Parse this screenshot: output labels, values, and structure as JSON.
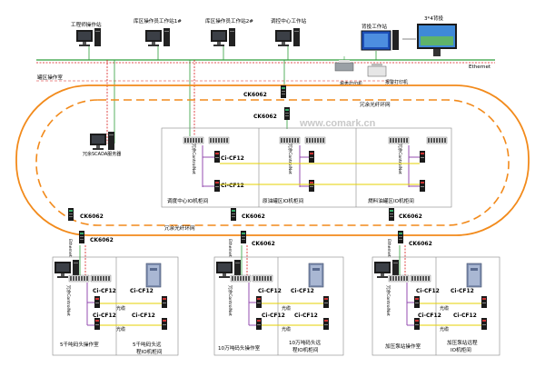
{
  "workstations": {
    "engineer": "工程师操作站",
    "tank1": "库区操作员工作站1#",
    "tank2": "库区操作员工作站2#",
    "control_center": "调控中心工作站",
    "backup": "背投工作站",
    "backup_screen": "3*4背投"
  },
  "network": {
    "ethernet": "Ethernet",
    "zone_room": "罐区操作室",
    "ring_name": "冗余光纤环网",
    "ring_name_lower": "冗余光纤环网",
    "ethernet_vertical": "Ethernet"
  },
  "printers": {
    "report": "报表打印机",
    "alarm": "报警打印机"
  },
  "server": "冗余SCADA服务器",
  "switch_model": "CK6062",
  "converter_model": "Ci-CF12",
  "controlnet": "冗余ControlNet",
  "cable": "光缆",
  "watermark": "www.comark.cn",
  "cabinets": {
    "dispatch": "调度中心IO机柜间",
    "crude": "原油罐区IO机柜间",
    "fuel": "燃料油罐区IO机柜间"
  },
  "stations": {
    "s1_room": "5千吨码头操作室",
    "s1_remote": "5千吨码头远\n程IO机柜间",
    "s2_room": "10万吨码头操作室",
    "s2_remote": "10万吨码头远\n程IO机柜间",
    "s3_room": "加压泵站操作室",
    "s3_remote": "加压泵站远程\nIO机柜间"
  },
  "colors": {
    "ring": "#f28a1b",
    "ethernet_green": "#2e9d3a",
    "red_link": "#d81b1b",
    "purple_link": "#8a3aa8",
    "yellow_link": "#e6d200",
    "blue_link": "#2a52c9"
  }
}
